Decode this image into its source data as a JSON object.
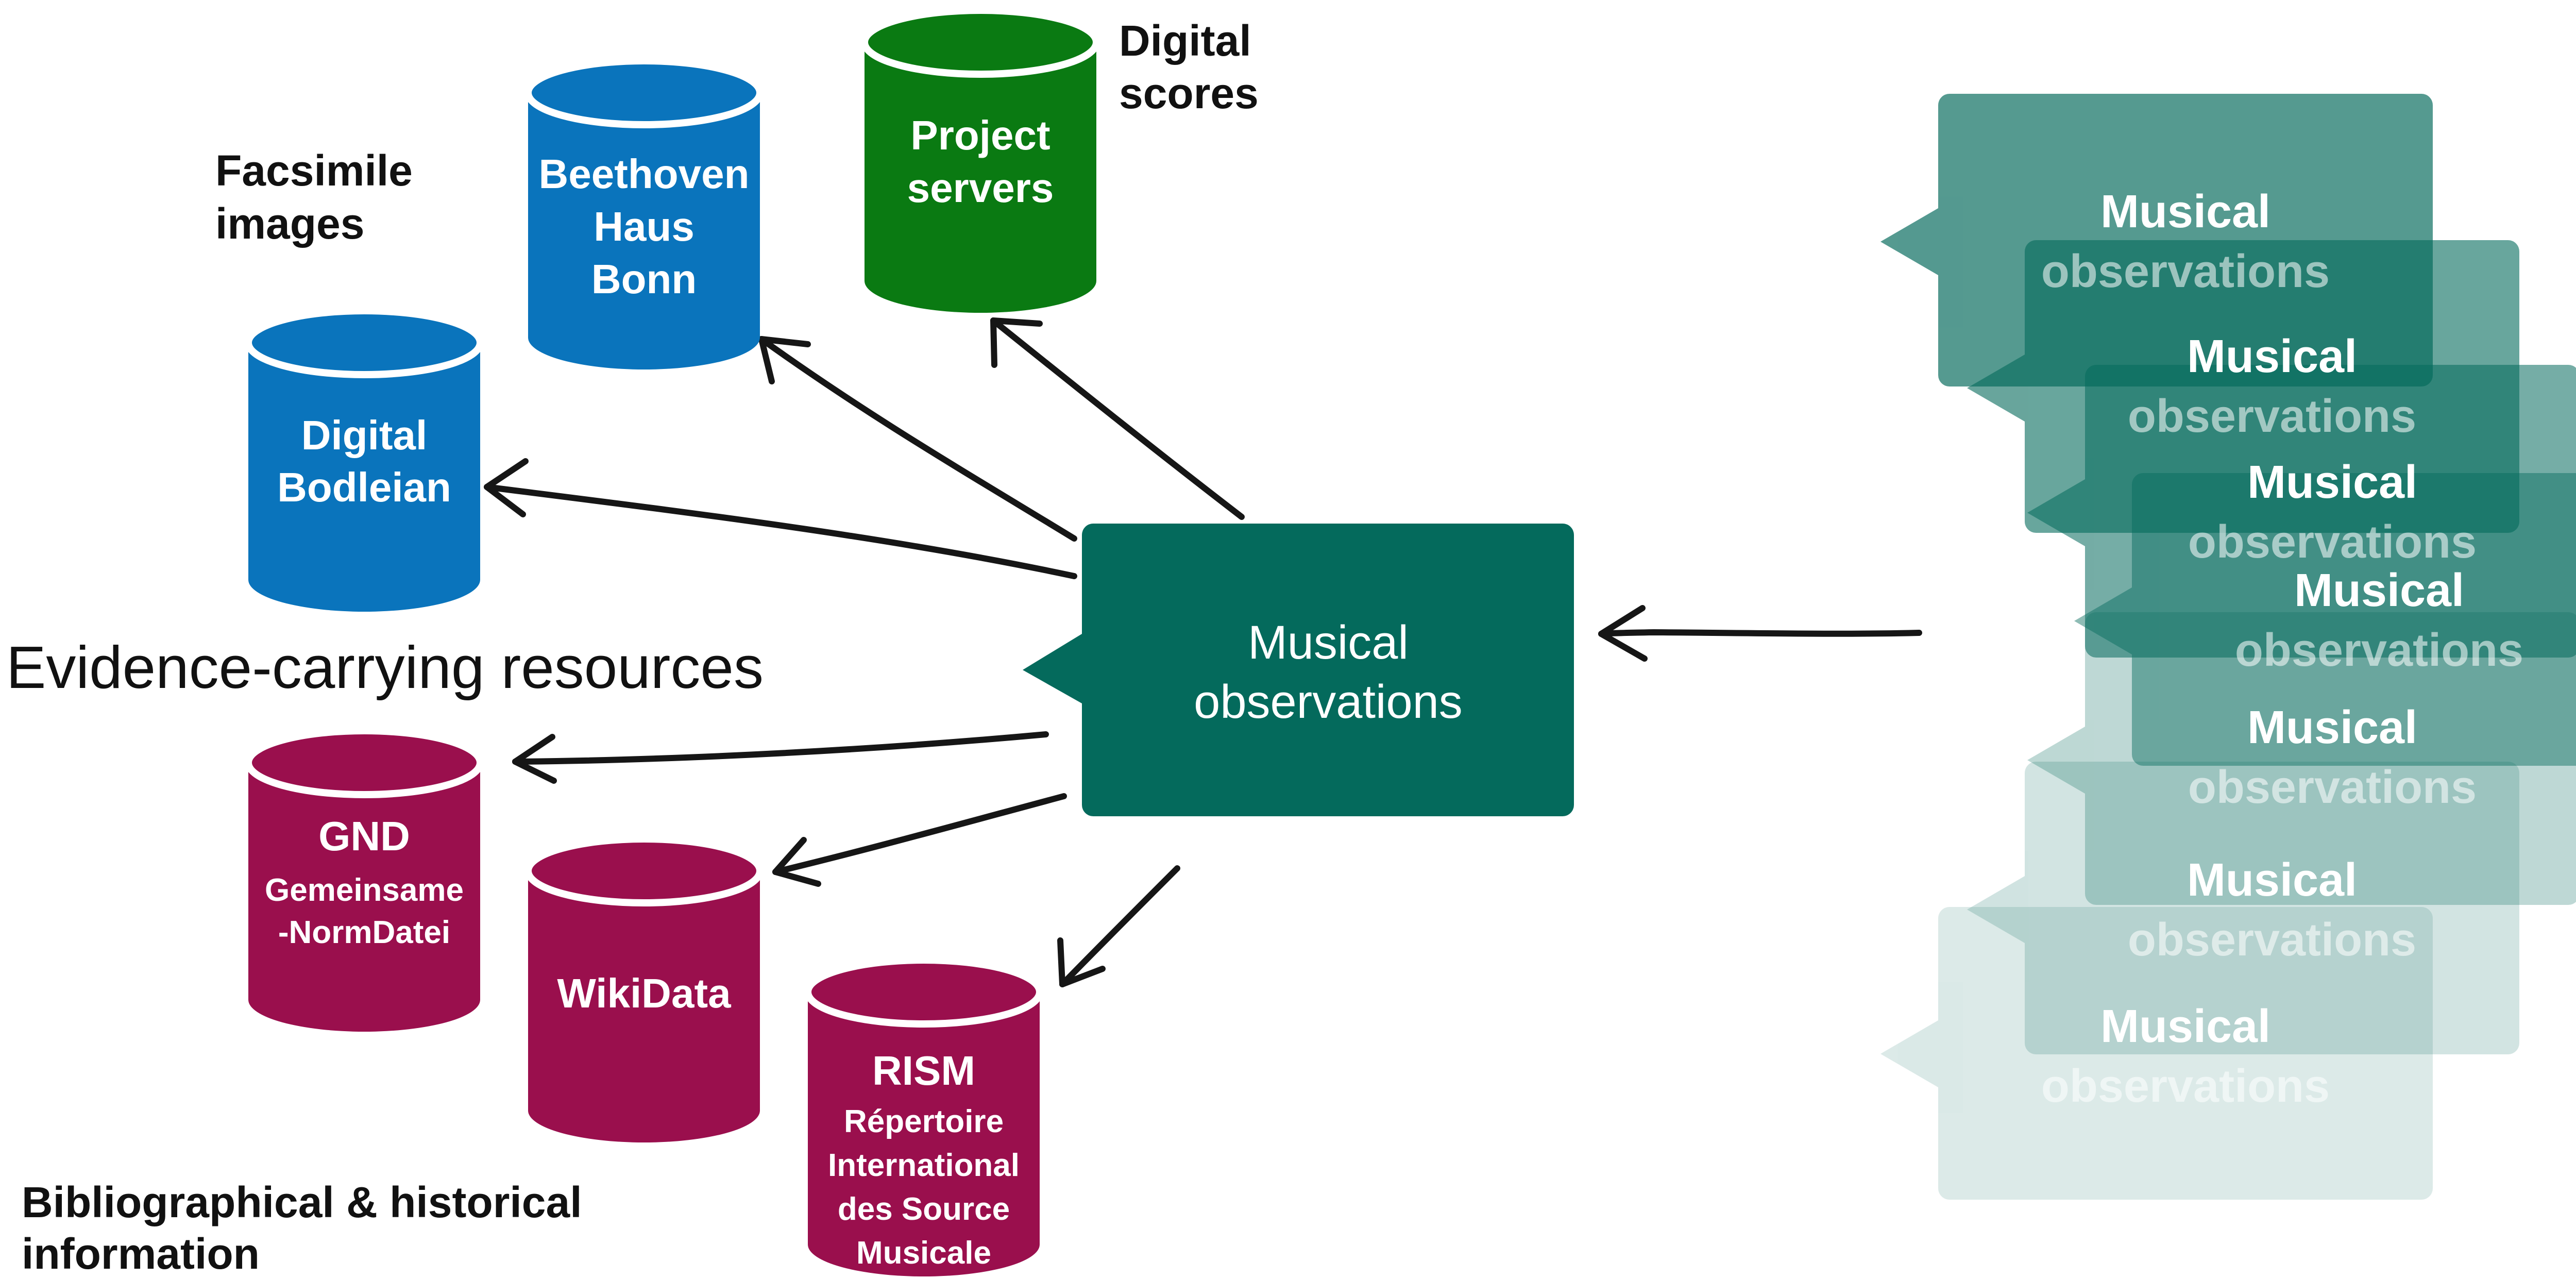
{
  "colors": {
    "blue": "#0a74bc",
    "green": "#0a7a12",
    "crimson": "#9a0f4d",
    "teal": "#046a5c",
    "teal_light": "#4e9b91"
  },
  "labels": {
    "facsimile": [
      "Facsimile",
      "images"
    ],
    "digital_scores": [
      "Digital",
      "scores"
    ],
    "evidence": "Evidence-carrying resources",
    "bibliographical": [
      "Bibliographical & historical",
      "information"
    ]
  },
  "cylinders": {
    "beethoven": [
      "Beethoven",
      "Haus",
      "Bonn"
    ],
    "project": [
      "Project",
      "servers"
    ],
    "bodleian": [
      "Digital",
      "Bodleian"
    ],
    "gnd": {
      "title": "GND",
      "sub": [
        "Gemeinsame",
        "-NormDatei"
      ]
    },
    "wikidata": "WikiData",
    "rism": {
      "title": "RISM",
      "sub": [
        "Répertoire",
        "International",
        "des Source",
        "Musicale"
      ]
    }
  },
  "center_box": [
    "Musical",
    "observations"
  ],
  "stack_box": [
    "Musical",
    "observations"
  ]
}
